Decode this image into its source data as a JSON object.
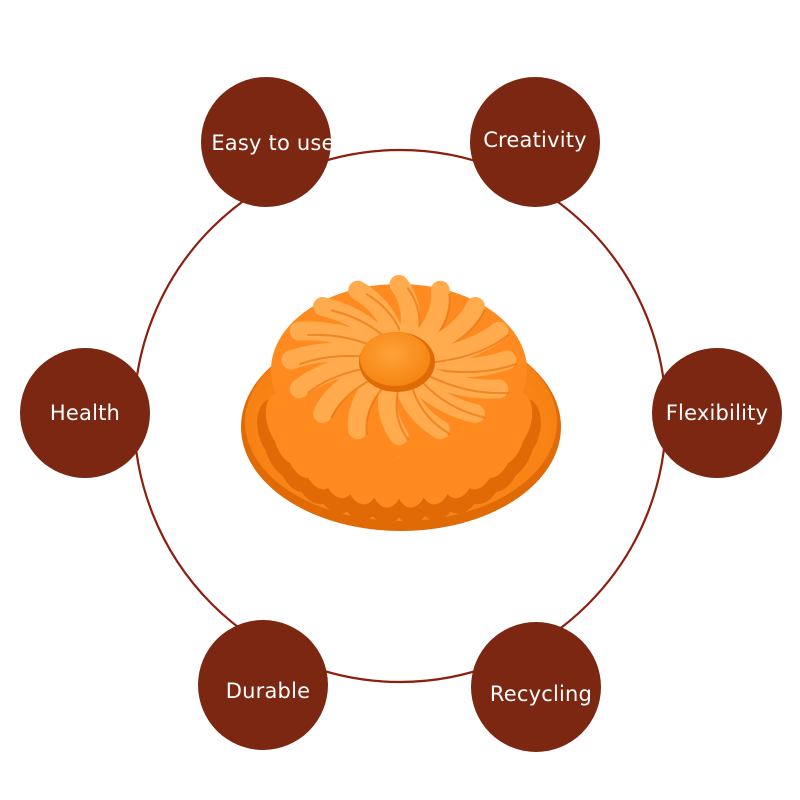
{
  "colors": {
    "node_fill": "#7b2712",
    "ring_stroke": "#8c1f10",
    "label_text": "#ffffff",
    "mold_orange": "#ff8a1f",
    "mold_light": "#ffab4e",
    "mold_dark": "#e06a05",
    "background": "#ffffff"
  },
  "diagram": {
    "center_image": "orange-sunflower-silicone-cake-mold",
    "features": [
      {
        "label": "Easy to use"
      },
      {
        "label": "Creativity"
      },
      {
        "label": "Health"
      },
      {
        "label": "Flexibility"
      },
      {
        "label": "Durable"
      },
      {
        "label": "Recycling"
      }
    ]
  }
}
